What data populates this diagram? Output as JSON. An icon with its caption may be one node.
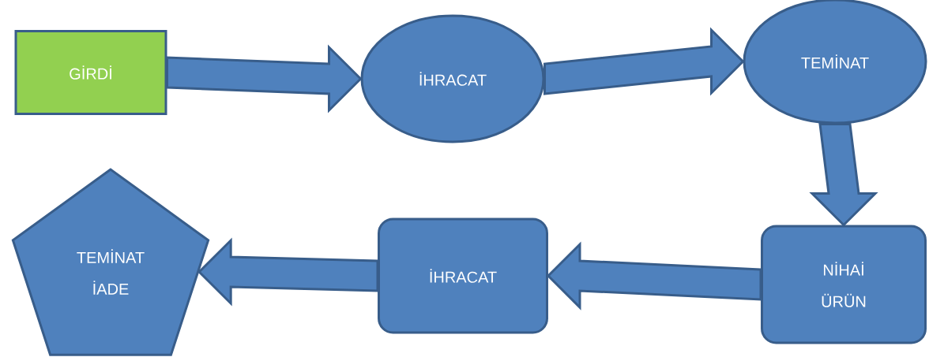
{
  "diagram": {
    "nodes": [
      {
        "text": [
          "GİRDİ"
        ]
      },
      {
        "text": [
          "İHRACAT"
        ]
      },
      {
        "text": [
          "TEMİNAT"
        ]
      },
      {
        "text": [
          "NİHAİ",
          "ÜRÜN"
        ]
      },
      {
        "text": [
          "İHRACAT"
        ]
      },
      {
        "text": [
          "TEMİNAT",
          "İADE"
        ]
      }
    ],
    "edges": [
      {
        "from": 0,
        "to": 1,
        "arrow": "to"
      },
      {
        "from": 1,
        "to": 2,
        "arrow": "to"
      },
      {
        "from": 2,
        "to": 3,
        "arrow": "to"
      },
      {
        "from": 3,
        "to": 4,
        "arrow": "to"
      },
      {
        "from": 4,
        "to": 5,
        "arrow": "to"
      }
    ]
  }
}
